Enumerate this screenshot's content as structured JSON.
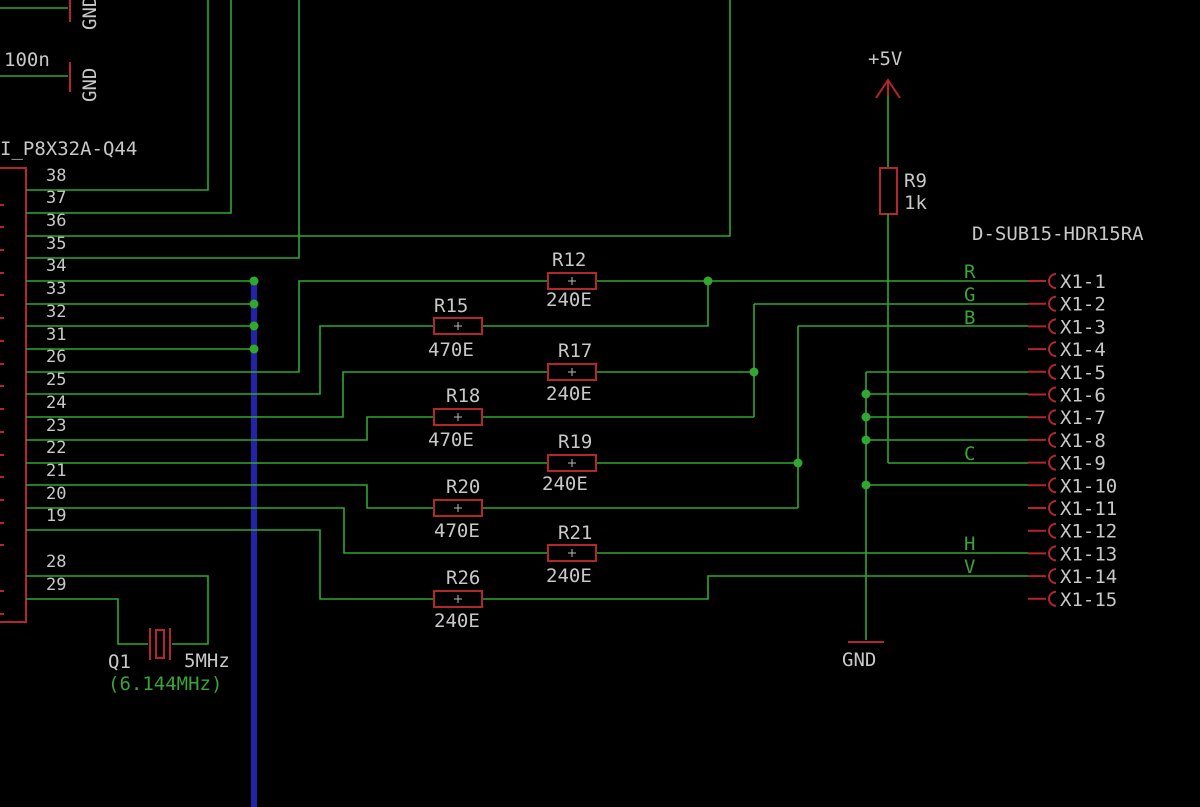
{
  "top_labels": {
    "gnd_top": "GND",
    "cap_value": "100n",
    "gnd_cap": "GND"
  },
  "ic": {
    "name": "I_P8X32A-Q44",
    "pins": [
      "38",
      "37",
      "36",
      "35",
      "34",
      "33",
      "32",
      "31",
      "26",
      "25",
      "24",
      "23",
      "22",
      "21",
      "20",
      "19",
      "28",
      "29"
    ]
  },
  "crystal": {
    "name": "Q1",
    "value": "5MHz",
    "note": "(6.144MHz)"
  },
  "resistors": [
    {
      "name": "R12",
      "value": "240E"
    },
    {
      "name": "R15",
      "value": "470E"
    },
    {
      "name": "R17",
      "value": "240E"
    },
    {
      "name": "R18",
      "value": "470E"
    },
    {
      "name": "R19",
      "value": "240E"
    },
    {
      "name": "R20",
      "value": "470E"
    },
    {
      "name": "R21",
      "value": "240E"
    },
    {
      "name": "R26",
      "value": "240E"
    },
    {
      "name": "R9",
      "value": "1k"
    }
  ],
  "power": {
    "vcc": "+5V",
    "gnd": "GND"
  },
  "connector": {
    "name": "D-SUB15-HDR15RA",
    "pins": [
      "X1-1",
      "X1-2",
      "X1-3",
      "X1-4",
      "X1-5",
      "X1-6",
      "X1-7",
      "X1-8",
      "X1-9",
      "X1-10",
      "X1-11",
      "X1-12",
      "X1-13",
      "X1-14",
      "X1-15"
    ]
  },
  "net_labels": [
    "R",
    "G",
    "B",
    "C",
    "H",
    "V"
  ],
  "colors": {
    "wire": "#2fa82f",
    "component": "#b3262b",
    "bus": "#2323a8",
    "text": "#c8c8c8",
    "background": "#000000"
  }
}
